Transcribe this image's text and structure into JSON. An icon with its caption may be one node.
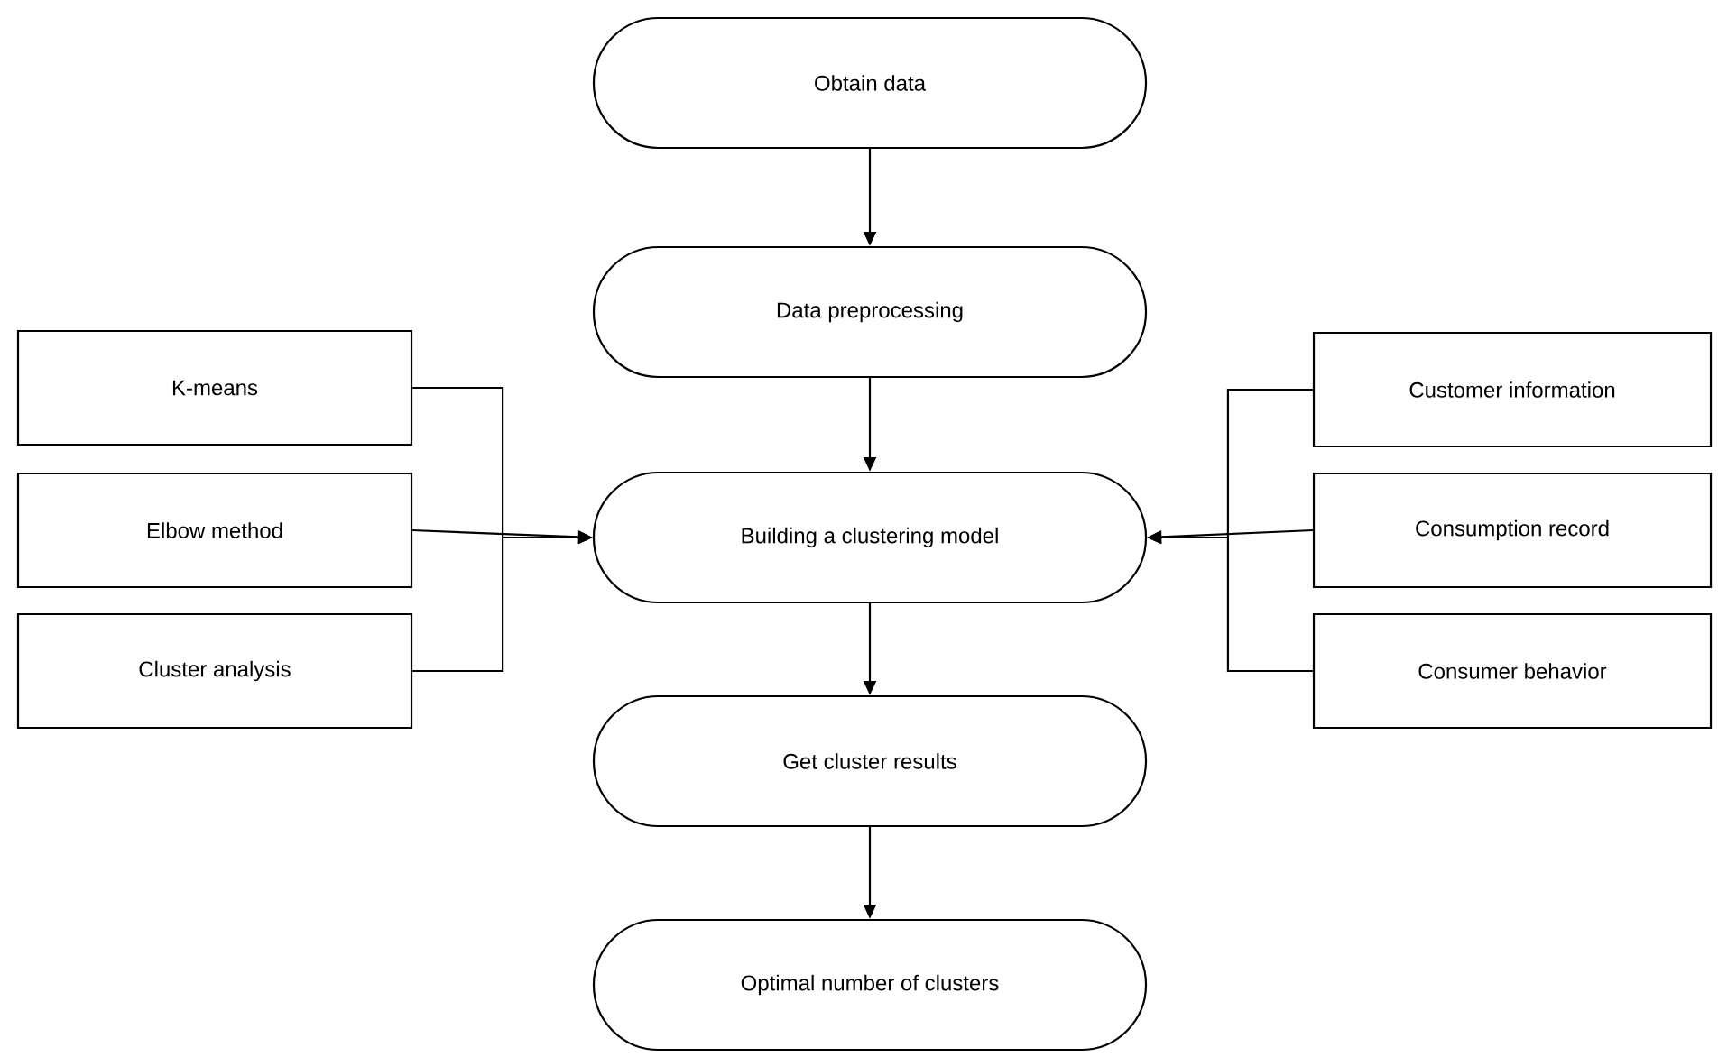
{
  "diagram": {
    "nodes": [
      {
        "text": [
          "Obtain data"
        ]
      },
      {
        "text": [
          "Data preprocessing"
        ]
      },
      {
        "text": [
          "K-means"
        ]
      },
      {
        "text": [
          "Elbow method"
        ]
      },
      {
        "text": [
          "Cluster analysis"
        ]
      },
      {
        "text": [
          "Building a clustering model"
        ]
      },
      {
        "text": [
          "Customer information"
        ]
      },
      {
        "text": [
          "Consumption record"
        ]
      },
      {
        "text": [
          "Consumer behavior"
        ]
      },
      {
        "text": [
          "Get cluster results"
        ]
      },
      {
        "text": [
          "Optimal number of clusters"
        ]
      }
    ],
    "edges": [
      {
        "from": 0,
        "to": 1,
        "arrow": "to"
      },
      {
        "from": 1,
        "to": 5,
        "arrow": "to"
      },
      {
        "from": 2,
        "to": 5,
        "arrow": "to"
      },
      {
        "from": 3,
        "to": 5,
        "arrow": "to"
      },
      {
        "from": 4,
        "to": 5,
        "arrow": "to"
      },
      {
        "from": 6,
        "to": 5,
        "arrow": "to"
      },
      {
        "from": 7,
        "to": 5,
        "arrow": "to"
      },
      {
        "from": 8,
        "to": 5,
        "arrow": "to"
      },
      {
        "from": 5,
        "to": 9,
        "arrow": "to"
      },
      {
        "from": 9,
        "to": 10,
        "arrow": "to"
      }
    ]
  }
}
